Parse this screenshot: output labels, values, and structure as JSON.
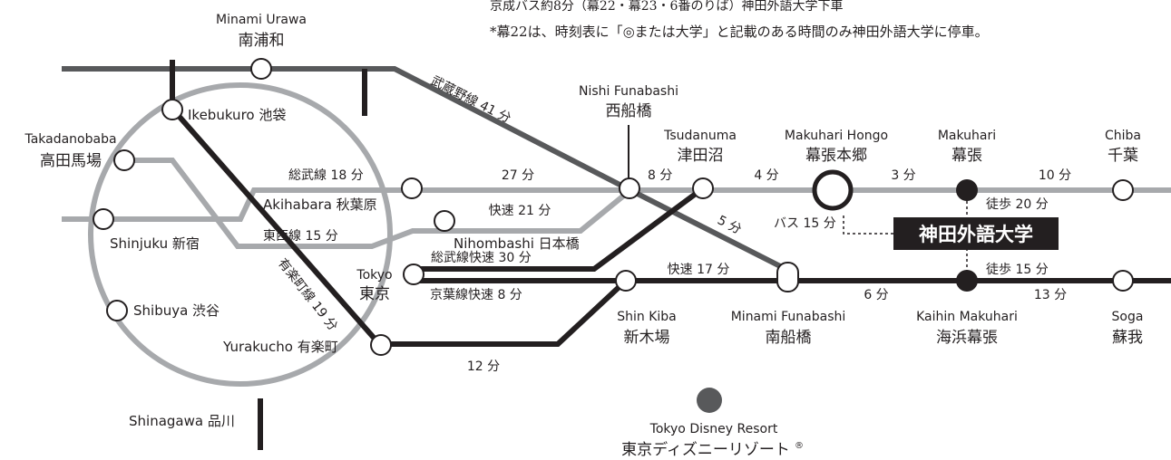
{
  "header_notes": {
    "bus_note": "京成バス約8分（幕22・幕23・6番のりば）神田外語大学下車",
    "stop_note": "*幕22は、時刻表に「◎または大学」と記載のある時間のみ神田外語大学に停車。"
  },
  "colors": {
    "line_dark": "#231f20",
    "line_mid": "#58595b",
    "line_gray": "#a7a9ac",
    "station_fill": "#ffffff",
    "badge_bg": "#231f20",
    "badge_text": "#ffffff",
    "disney_dot": "#58595b"
  },
  "stations": {
    "minami_urawa_en": "Minami Urawa",
    "minami_urawa_ja": "南浦和",
    "ikebukuro": "Ikebukuro 池袋",
    "takadanobaba_en": "Takadanobaba",
    "takadanobaba_ja": "高田馬場",
    "shinjuku": "Shinjuku 新宿",
    "shibuya": "Shibuya 渋谷",
    "shinagawa": "Shinagawa 品川",
    "akihabara": "Akihabara 秋葉原",
    "nihombashi": "Nihombashi 日本橋",
    "tokyo_en": "Tokyo",
    "tokyo_ja": "東京",
    "yurakucho": "Yurakucho 有楽町",
    "nishi_funabashi_en": "Nishi Funabashi",
    "nishi_funabashi_ja": "西船橋",
    "tsudanuma_en": "Tsudanuma",
    "tsudanuma_ja": "津田沼",
    "makuhari_hongo_en": "Makuhari Hongo",
    "makuhari_hongo_ja": "幕張本郷",
    "makuhari_en": "Makuhari",
    "makuhari_ja": "幕張",
    "chiba_en": "Chiba",
    "chiba_ja": "千葉",
    "shin_kiba_en": "Shin Kiba",
    "shin_kiba_ja": "新木場",
    "minami_funabashi_en": "Minami Funabashi",
    "minami_funabashi_ja": "南船橋",
    "kaihin_makuhari_en": "Kaihin Makuhari",
    "kaihin_makuhari_ja": "海浜幕張",
    "soga_en": "Soga",
    "soga_ja": "蘇我",
    "disney_en": "Tokyo Disney Resort",
    "disney_ja": "東京ディズニーリゾート",
    "disney_reg": "®"
  },
  "university": "神田外語大学",
  "segments": {
    "musashino": "武蔵野線 41 分",
    "sobu_local": "総武線 18 分",
    "seg_27": "27 分",
    "seg_8": "8 分",
    "seg_4": "4 分",
    "seg_3": "3 分",
    "seg_10": "10 分",
    "walk_20": "徒歩 20 分",
    "rapid_21": "快速 21 分",
    "tozai": "東西線 15 分",
    "sobu_rapid": "総武線快速 30 分",
    "yurakucho_line": "有楽町線 19 分",
    "bus_15": "バス 15 分",
    "seg_5": "5 分",
    "rapid_17": "快速 17 分",
    "walk_15": "徒歩 15 分",
    "keiyo_rapid": "京葉線快速 8 分",
    "seg_6": "6 分",
    "seg_13": "13 分",
    "seg_12": "12 分"
  }
}
